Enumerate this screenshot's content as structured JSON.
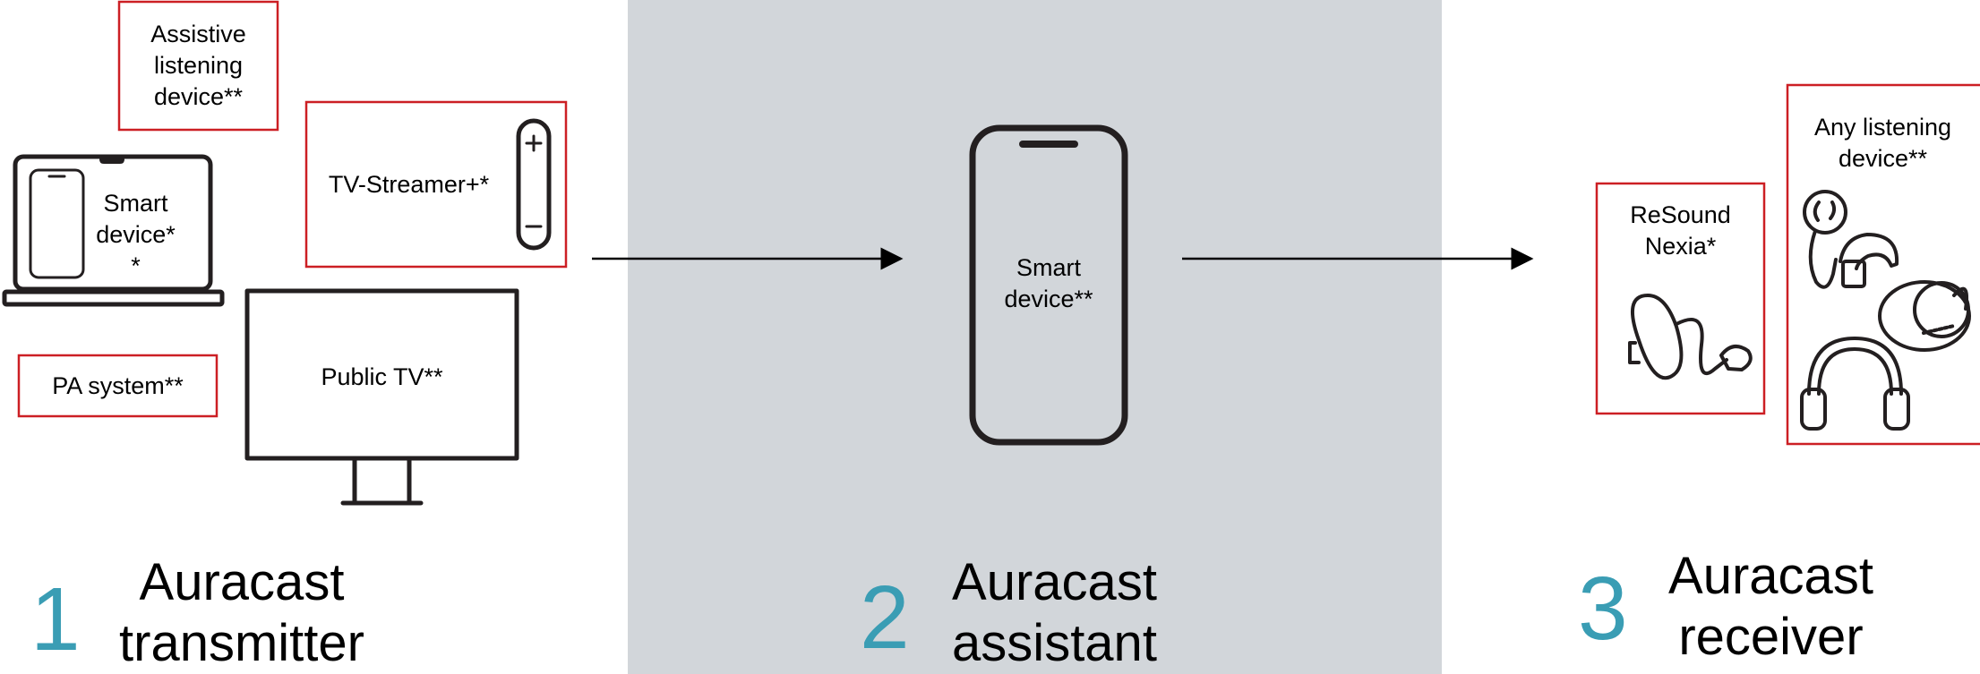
{
  "labels": {
    "assistive_listening": "Assistive\nlistening\ndevice**",
    "tv_streamer": "TV-Streamer+*",
    "laptop_smart_device": "Smart\ndevice*\n*",
    "public_tv": "Public TV**",
    "pa_system": "PA system**",
    "phone_smart_device": "Smart\ndevice**",
    "resound_nexia": "ReSound\nNexia*",
    "any_listening": "Any listening\ndevice**"
  },
  "steps": [
    {
      "number": "1",
      "title": "Auracast\ntransmitter"
    },
    {
      "number": "2",
      "title": "Auracast\nassistant"
    },
    {
      "number": "3",
      "title": "Auracast\nreceiver"
    }
  ],
  "colors": {
    "highlight_border": "#cc1f24",
    "step_number": "#3a9db4",
    "middle_panel": "#d2d6da",
    "stroke": "#231f20"
  }
}
